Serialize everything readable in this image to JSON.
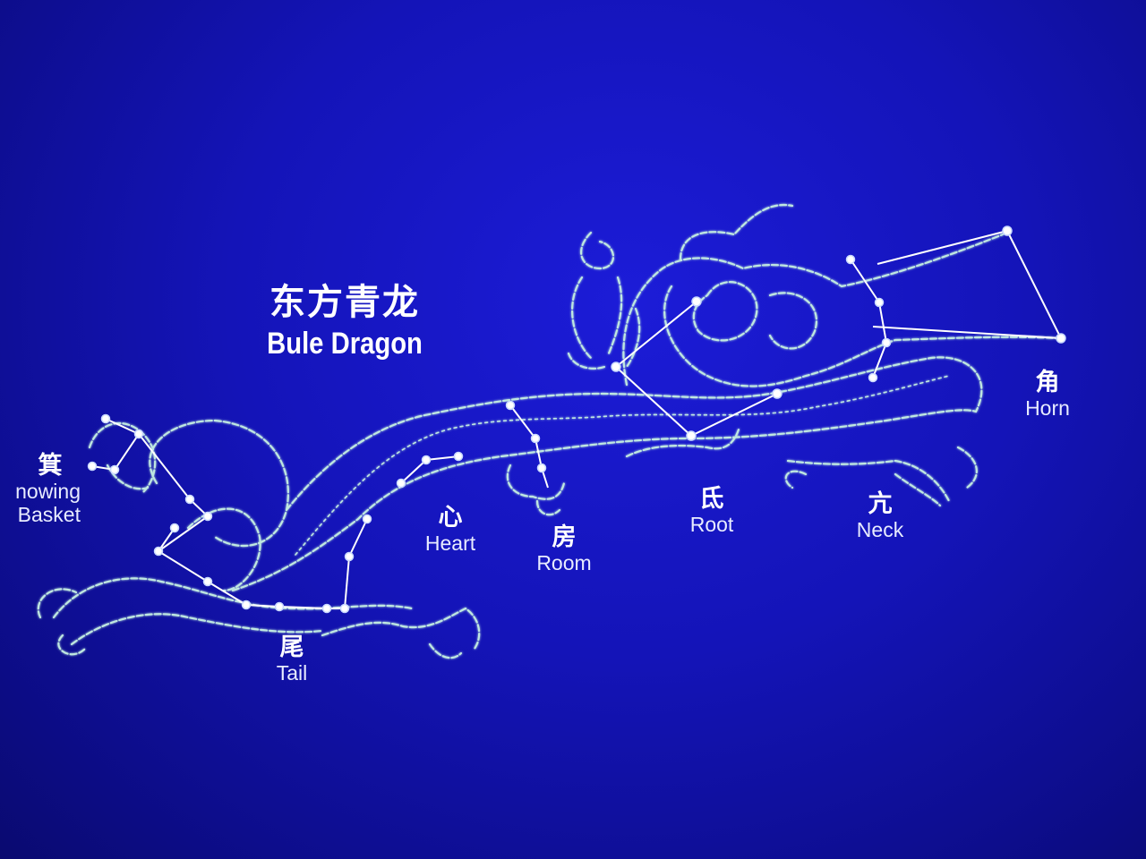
{
  "title": {
    "chinese": "东方青龙",
    "english": "Bule Dragon"
  },
  "mansions": [
    {
      "id": "horn",
      "chinese": "角",
      "english": "Horn"
    },
    {
      "id": "neck",
      "chinese": "亢",
      "english": "Neck"
    },
    {
      "id": "root",
      "chinese": "氐",
      "english": "Root"
    },
    {
      "id": "room",
      "chinese": "房",
      "english": "Room"
    },
    {
      "id": "heart",
      "chinese": "心",
      "english": "Heart"
    },
    {
      "id": "tail",
      "chinese": "尾",
      "english": "Tail"
    },
    {
      "id": "winnowing_basket",
      "chinese": "箕",
      "english_line1": "nowing",
      "english_line2": "Basket"
    }
  ],
  "colors": {
    "background": "#1414b8",
    "outline": "#bfe8e0",
    "star": "#ffffff",
    "text": "#ffffff"
  }
}
